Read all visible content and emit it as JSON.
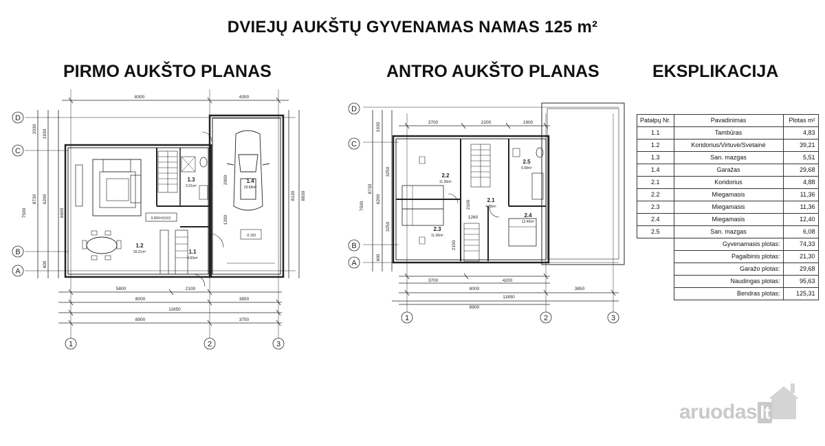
{
  "title": "DVIEJŲ AUKŠTŲ GYVENAMAS NAMAS 125 m²",
  "plan1": {
    "title": "PIRMO AUKŠTO PLANAS",
    "dims": {
      "top_a": "8300",
      "top_b": "4350",
      "bot1": "5800",
      "bot2": "2100",
      "bot3": "8000",
      "bot4": "3850",
      "bot5": "11850",
      "bot6": "8900",
      "bot7": "3750",
      "l1": "2030",
      "l2": "1930",
      "l3": "8730",
      "l4": "7500",
      "l5": "6200",
      "l6": "6600",
      "l7": "600",
      "r1": "8130",
      "r2": "8830",
      "i1": "2900",
      "i2": "1200"
    },
    "axes": {
      "D": "D",
      "C": "C",
      "B": "B",
      "A": "A",
      "n1": "1",
      "n2": "2",
      "n3": "3"
    },
    "rooms": {
      "r13": "1.3",
      "r13a": "5.51m²",
      "r14": "1.4",
      "r14a": "29.68m²",
      "r12": "1.2",
      "r12a": "39.21m²",
      "r11": "1.1",
      "r11a": "4.83m²",
      "lvl": "0.000=XXXX",
      "lvl2": "-0.150"
    }
  },
  "plan2": {
    "title": "ANTRO AUKŠTO PLANAS",
    "dims": {
      "t1": "3700",
      "t2": "2200",
      "t3": "1900",
      "b1": "3700",
      "b2": "4200",
      "b3": "8000",
      "b4": "3850",
      "b5": "11850",
      "b6": "8900",
      "l1": "1930",
      "l2": "8730",
      "l3": "7500",
      "l4": "6200",
      "l5": "3250",
      "l6": "3250",
      "l7": "600",
      "i1": "2100",
      "i2": "1260",
      "i3": "2150"
    },
    "axes": {
      "D": "D",
      "C": "C",
      "B": "B",
      "A": "A",
      "n1": "1",
      "n2": "2",
      "n3": "3"
    },
    "rooms": {
      "r22": "2.2",
      "r22a": "11.36m²",
      "r25": "2.5",
      "r25a": "6.08m²",
      "r21": "2.1",
      "r21a": "4.88m²",
      "r23": "2.3",
      "r23a": "11.36m²",
      "r24": "2.4",
      "r24a": "12.40m²"
    }
  },
  "explication": {
    "title": "EKSPLIKACIJA",
    "headers": [
      "Patalpų Nr.",
      "Pavadinimas",
      "Plotas m²"
    ],
    "rows": [
      [
        "1.1",
        "Tambūras",
        "4,83"
      ],
      [
        "1.2",
        "Koridorius/Virtuvė/Svetainė",
        "39,21"
      ],
      [
        "1.3",
        "San. mazgas",
        "5,51"
      ],
      [
        "1.4",
        "Garažas",
        "29,68"
      ],
      [
        "2.1",
        "Koridorius",
        "4,88"
      ],
      [
        "2.2",
        "Miegamasis",
        "11,36"
      ],
      [
        "2.3",
        "Miegamasis",
        "11,36"
      ],
      [
        "2.4",
        "Miegamasis",
        "12,40"
      ],
      [
        "2.5",
        "San. mazgas",
        "6,08"
      ]
    ],
    "totals": [
      [
        "Gyvenamasis plotas:",
        "74,33"
      ],
      [
        "Pagalbinis plotas:",
        "21,30"
      ],
      [
        "Garažo plotas:",
        "29,68"
      ],
      [
        "Naudingas plotas:",
        "95,63"
      ],
      [
        "Bendras plotas:",
        "125,31"
      ]
    ]
  },
  "watermark": {
    "main": "aruodas",
    "suffix": "lt"
  }
}
